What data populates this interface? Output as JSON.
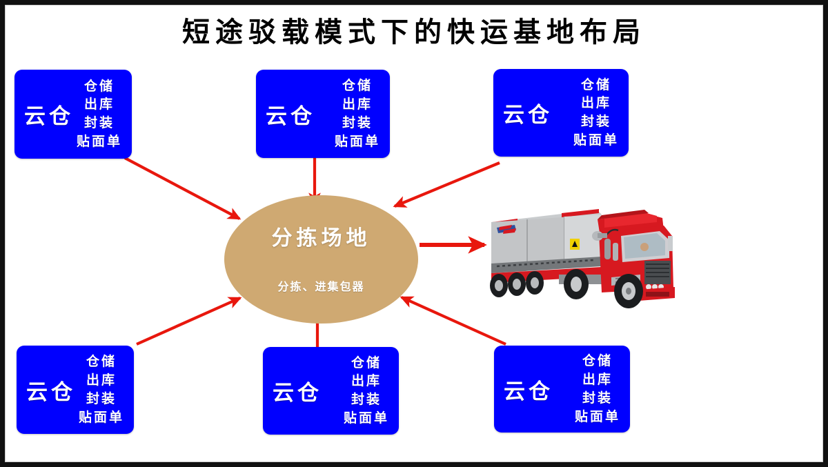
{
  "page": {
    "title": "短途驳载模式下的快运基地布局",
    "background_color": "#ffffff",
    "frame_color": "#111111"
  },
  "hub": {
    "name": "分拣场地",
    "subtitle": "分拣、进集包器",
    "color": "#cfa972",
    "text_color": "#ffffff"
  },
  "warehouse_label": "云仓",
  "warehouse_functions": [
    "仓储",
    "出库",
    "封装",
    "贴面单"
  ],
  "warehouse_color": "#0000ff",
  "arrow_color": "#e8170d",
  "boxes": [
    {
      "id": "warehouse-top-left",
      "name": "云仓",
      "functions": [
        "仓储",
        "出库",
        "封装",
        "贴面单"
      ],
      "position": "top-left"
    },
    {
      "id": "warehouse-top-center",
      "name": "云仓",
      "functions": [
        "仓储",
        "出库",
        "封装",
        "贴面单"
      ],
      "position": "top-center"
    },
    {
      "id": "warehouse-top-right",
      "name": "云仓",
      "functions": [
        "仓储",
        "出库",
        "封装",
        "贴面单"
      ],
      "position": "top-right"
    },
    {
      "id": "warehouse-bottom-left",
      "name": "云仓",
      "functions": [
        "仓储",
        "出库",
        "封装",
        "贴面单"
      ],
      "position": "bottom-left"
    },
    {
      "id": "warehouse-bottom-center",
      "name": "云仓",
      "functions": [
        "仓储",
        "出库",
        "封装",
        "贴面单"
      ],
      "position": "bottom-center"
    },
    {
      "id": "warehouse-bottom-right",
      "name": "云仓",
      "functions": [
        "仓储",
        "出库",
        "封装",
        "贴面单"
      ],
      "position": "bottom-right"
    }
  ],
  "truck": {
    "icon": "semi-truck-icon",
    "cab_color": "#d71920",
    "trailer_color": "#b7b9bb"
  }
}
